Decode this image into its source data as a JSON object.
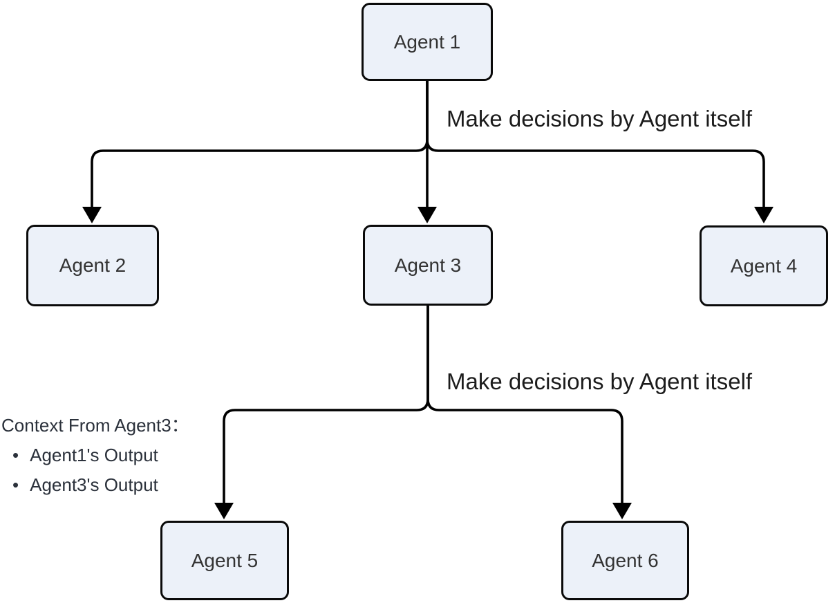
{
  "diagram": {
    "type": "flowchart-top-down",
    "background_color": "#ffffff",
    "node_fill_color": "#ECF1F9",
    "node_border_color": "#0a0a0a",
    "node_text_color": "#333333",
    "edge_color": "#000000",
    "nodes": [
      {
        "id": "agent1",
        "label": "Agent 1"
      },
      {
        "id": "agent2",
        "label": "Agent 2"
      },
      {
        "id": "agent3",
        "label": "Agent 3"
      },
      {
        "id": "agent4",
        "label": "Agent 4"
      },
      {
        "id": "agent5",
        "label": "Agent 5"
      },
      {
        "id": "agent6",
        "label": "Agent 6"
      }
    ],
    "edges": [
      {
        "from": "agent1",
        "to": "agent2",
        "label": ""
      },
      {
        "from": "agent1",
        "to": "agent3",
        "label": "Make decisions by Agent itself"
      },
      {
        "from": "agent1",
        "to": "agent4",
        "label": ""
      },
      {
        "from": "agent3",
        "to": "agent5",
        "label": ""
      },
      {
        "from": "agent3",
        "to": "agent6",
        "label": "Make decisions by Agent itself"
      }
    ],
    "edge_labels": [
      {
        "text": "Make decisions by Agent itself"
      },
      {
        "text": "Make decisions by Agent itself"
      }
    ],
    "note": {
      "title": "Context From Agent3：",
      "bullet_glyph": "•",
      "items": [
        "Agent1's Output",
        "Agent3's Output"
      ]
    }
  }
}
